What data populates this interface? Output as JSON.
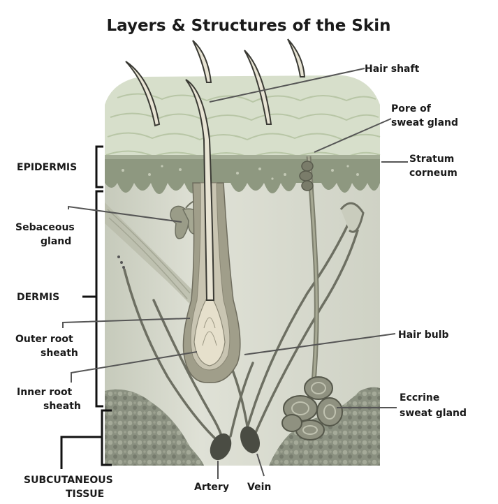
{
  "title": "Layers & Structures of the Skin",
  "labels": {
    "hair_shaft": "Hair shaft",
    "pore_line1": "Pore of",
    "pore_line2": "sweat gland",
    "stratum_line1": "Stratum",
    "stratum_line2": "corneum",
    "epidermis": "EPIDERMIS",
    "sebaceous_line1": "Sebaceous",
    "sebaceous_line2": "gland",
    "dermis": "DERMIS",
    "outer_root_line1": "Outer root",
    "outer_root_line2": "sheath",
    "hair_bulb": "Hair bulb",
    "inner_root_line1": "Inner root",
    "inner_root_line2": "sheath",
    "eccrine_line1": "Eccrine",
    "eccrine_line2": "sweat gland",
    "subcutaneous_line1": "SUBCUTANEOUS",
    "subcutaneous_line2": "TISSUE",
    "artery": "Artery",
    "vein": "Vein"
  },
  "colors": {
    "epidermis_top": "#d7dfcb",
    "epidermis_scale_line": "#b8c6a6",
    "stratum_band": "#8e9880",
    "dermis": "#d6d9cc",
    "subcutaneous": "#8a9080",
    "hair": "#e8e4d4",
    "gland": "#9a9c88",
    "vessel": "#6d6f62",
    "artery_end": "#4a4c43"
  }
}
